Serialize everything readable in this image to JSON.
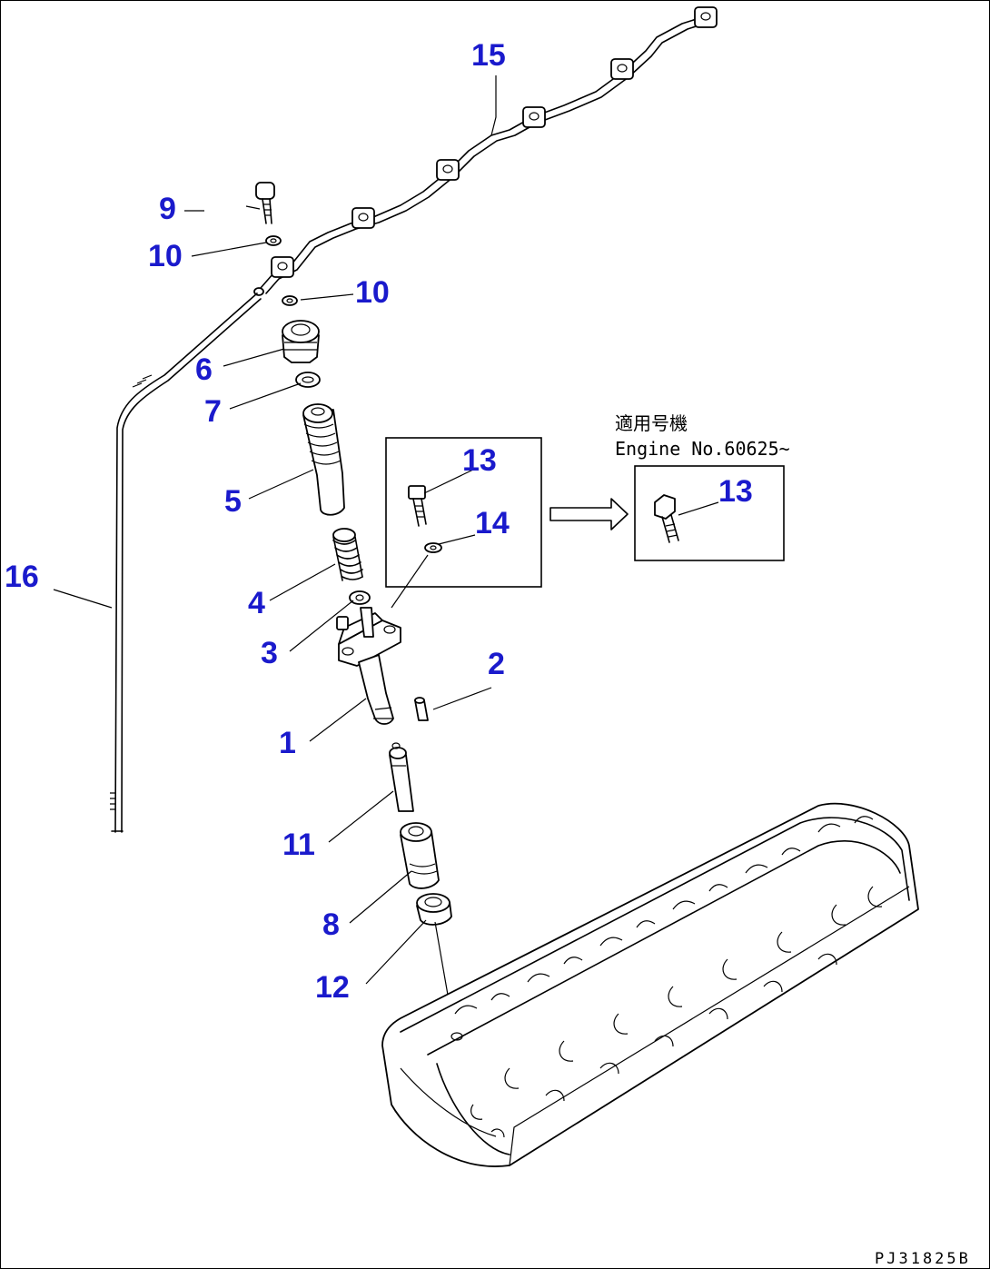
{
  "callouts": {
    "c15": "15",
    "c9": "9",
    "c10a": "10",
    "c10b": "10",
    "c6": "6",
    "c7": "7",
    "c5": "5",
    "c4": "4",
    "c3": "3",
    "c1": "1",
    "c2": "2",
    "c11": "11",
    "c8": "8",
    "c12": "12",
    "c16": "16",
    "c13a": "13",
    "c14": "14",
    "c13b": "13"
  },
  "note": {
    "line1": "適用号機",
    "line2": "Engine No.60625~"
  },
  "drawing_code": "PJ31825B",
  "colors": {
    "callout": "#1a1acc",
    "line": "#000000",
    "background": "#ffffff"
  }
}
